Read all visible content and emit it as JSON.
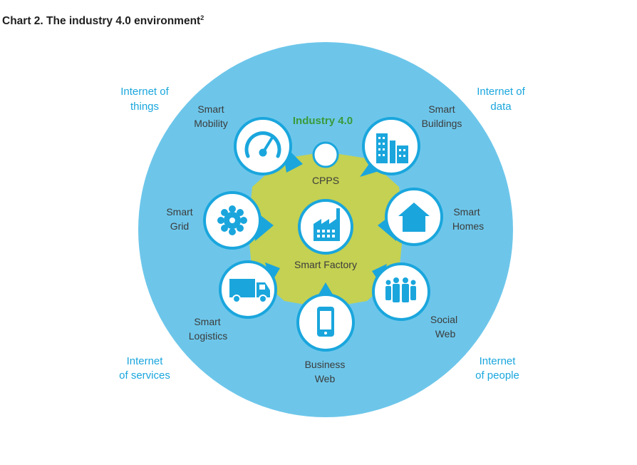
{
  "title": {
    "main": "Chart 2. The industry 4.0 environment",
    "footnote": "2"
  },
  "center": {
    "heading": "Industry 4.0",
    "cpps": "CPPS",
    "factory": "Smart Factory"
  },
  "corners": {
    "things": [
      "Internet of",
      "things"
    ],
    "data": [
      "Internet of",
      "data"
    ],
    "services": [
      "Internet",
      "of services"
    ],
    "people": [
      "Internet",
      "of people"
    ]
  },
  "nodes": {
    "mobility": [
      "Smart",
      "Mobility"
    ],
    "buildings": [
      "Smart",
      "Buildings"
    ],
    "grid": [
      "Smart",
      "Grid"
    ],
    "homes": [
      "Smart",
      "Homes"
    ],
    "logistics": [
      "Smart",
      "Logistics"
    ],
    "social": [
      "Social",
      "Web"
    ],
    "business": [
      "Business",
      "Web"
    ]
  },
  "colors": {
    "outer": "#6dc6ea",
    "gear": "#c4d152",
    "accent": "#1aa6dd",
    "industry": "#3a9a3a",
    "text": "#3b3b3b"
  }
}
